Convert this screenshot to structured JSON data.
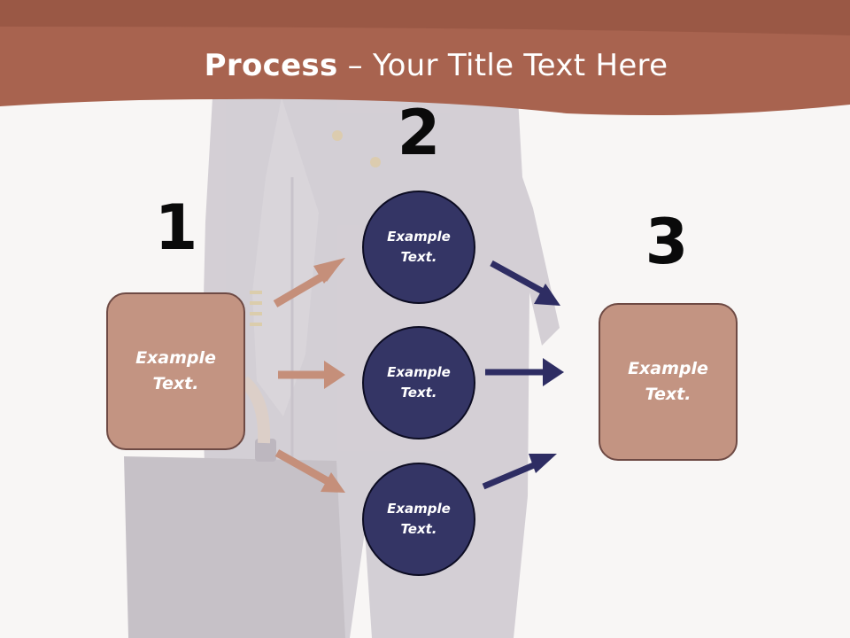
{
  "title": {
    "bold": "Process",
    "rest": " – Your Title Text Here"
  },
  "steps": {
    "one": "1",
    "two": "2",
    "three": "3"
  },
  "nodes": {
    "left_box": "Example Text.",
    "circle_top": "Example Text.",
    "circle_middle": "Example Text.",
    "circle_bottom": "Example Text.",
    "right_box": "Example Text."
  },
  "colors": {
    "header": "#a8634f",
    "box_fill": "#c39482",
    "box_border": "#6e4a44",
    "circle_fill": "#343565",
    "arrow_salmon": "#c58f7a",
    "arrow_navy": "#2e2d63"
  }
}
